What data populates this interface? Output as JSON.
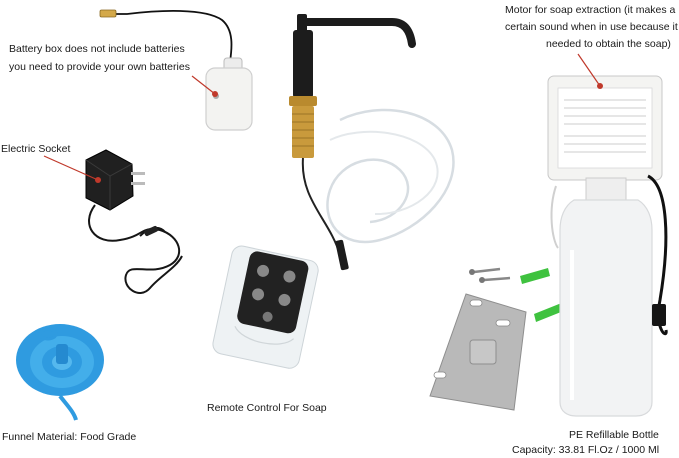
{
  "labels": {
    "battery_line1": "Battery box does not include batteries",
    "battery_line2": "you need to provide your own batteries",
    "motor_line1": "Motor for soap extraction  (it makes a",
    "motor_line2": "certain sound when in use because it is",
    "motor_line3": "needed to obtain the soap)",
    "electric_socket": "Electric Socket",
    "remote_control": "Remote Control For Soap",
    "funnel": "Funnel Material: Food Grade",
    "bottle_line1": "PE Refillable Bottle",
    "bottle_line2": "Capacity: 33.81 Fl.Oz / 1000 Ml"
  },
  "colors": {
    "leader_red": "#c0392b",
    "funnel_blue": "#2f9be0",
    "pump_black": "#1c1c1c",
    "pump_brass": "#c99a3c",
    "anchor_green": "#3fc23f",
    "plate_steel": "#b9b9b9"
  },
  "icons": [
    "battery-box-icon",
    "power-adapter-icon",
    "soap-pump-icon",
    "remote-control-icon",
    "funnel-icon",
    "mounting-plate-icon",
    "motor-bottle-icon"
  ]
}
